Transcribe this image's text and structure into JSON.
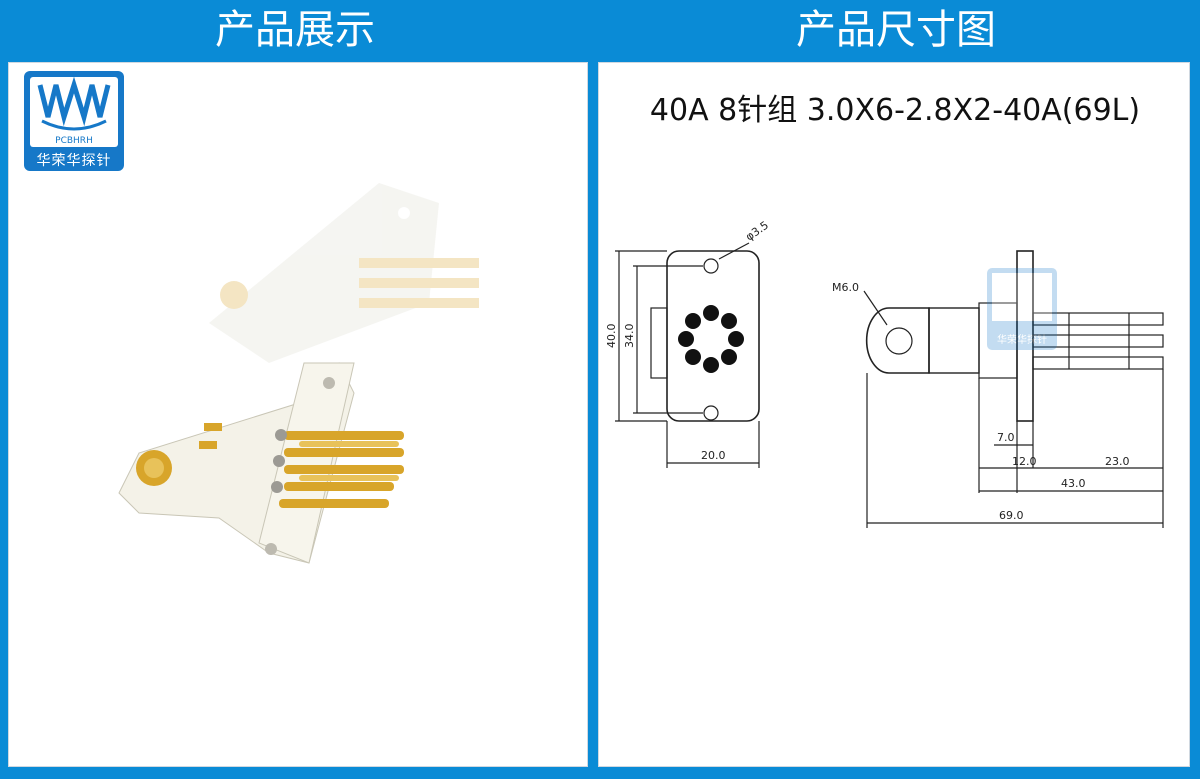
{
  "left_header": {
    "title": "产品展示"
  },
  "right_header": {
    "title": "产品尺寸图"
  },
  "logo": {
    "brand_abbr": "PCBHRH",
    "brand_name": "华荣华探针"
  },
  "watermark": {
    "text": "华荣华探针"
  },
  "product": {
    "title": "40A 8针组 3.0X6-2.8X2-40A(69L)"
  },
  "drawing": {
    "front_view": {
      "hole_dia": "φ3.5",
      "height_outer": "40.0",
      "height_inner": "34.0",
      "width": "20.0"
    },
    "side_view": {
      "thread": "M6.0",
      "dim_7": "7.0",
      "dim_12": "12.0",
      "dim_23": "23.0",
      "dim_43": "43.0",
      "dim_69": "69.0"
    }
  },
  "colors": {
    "frame": "#0a8bd6",
    "gold": "#d8a52a",
    "body": "#f4f2e8"
  }
}
